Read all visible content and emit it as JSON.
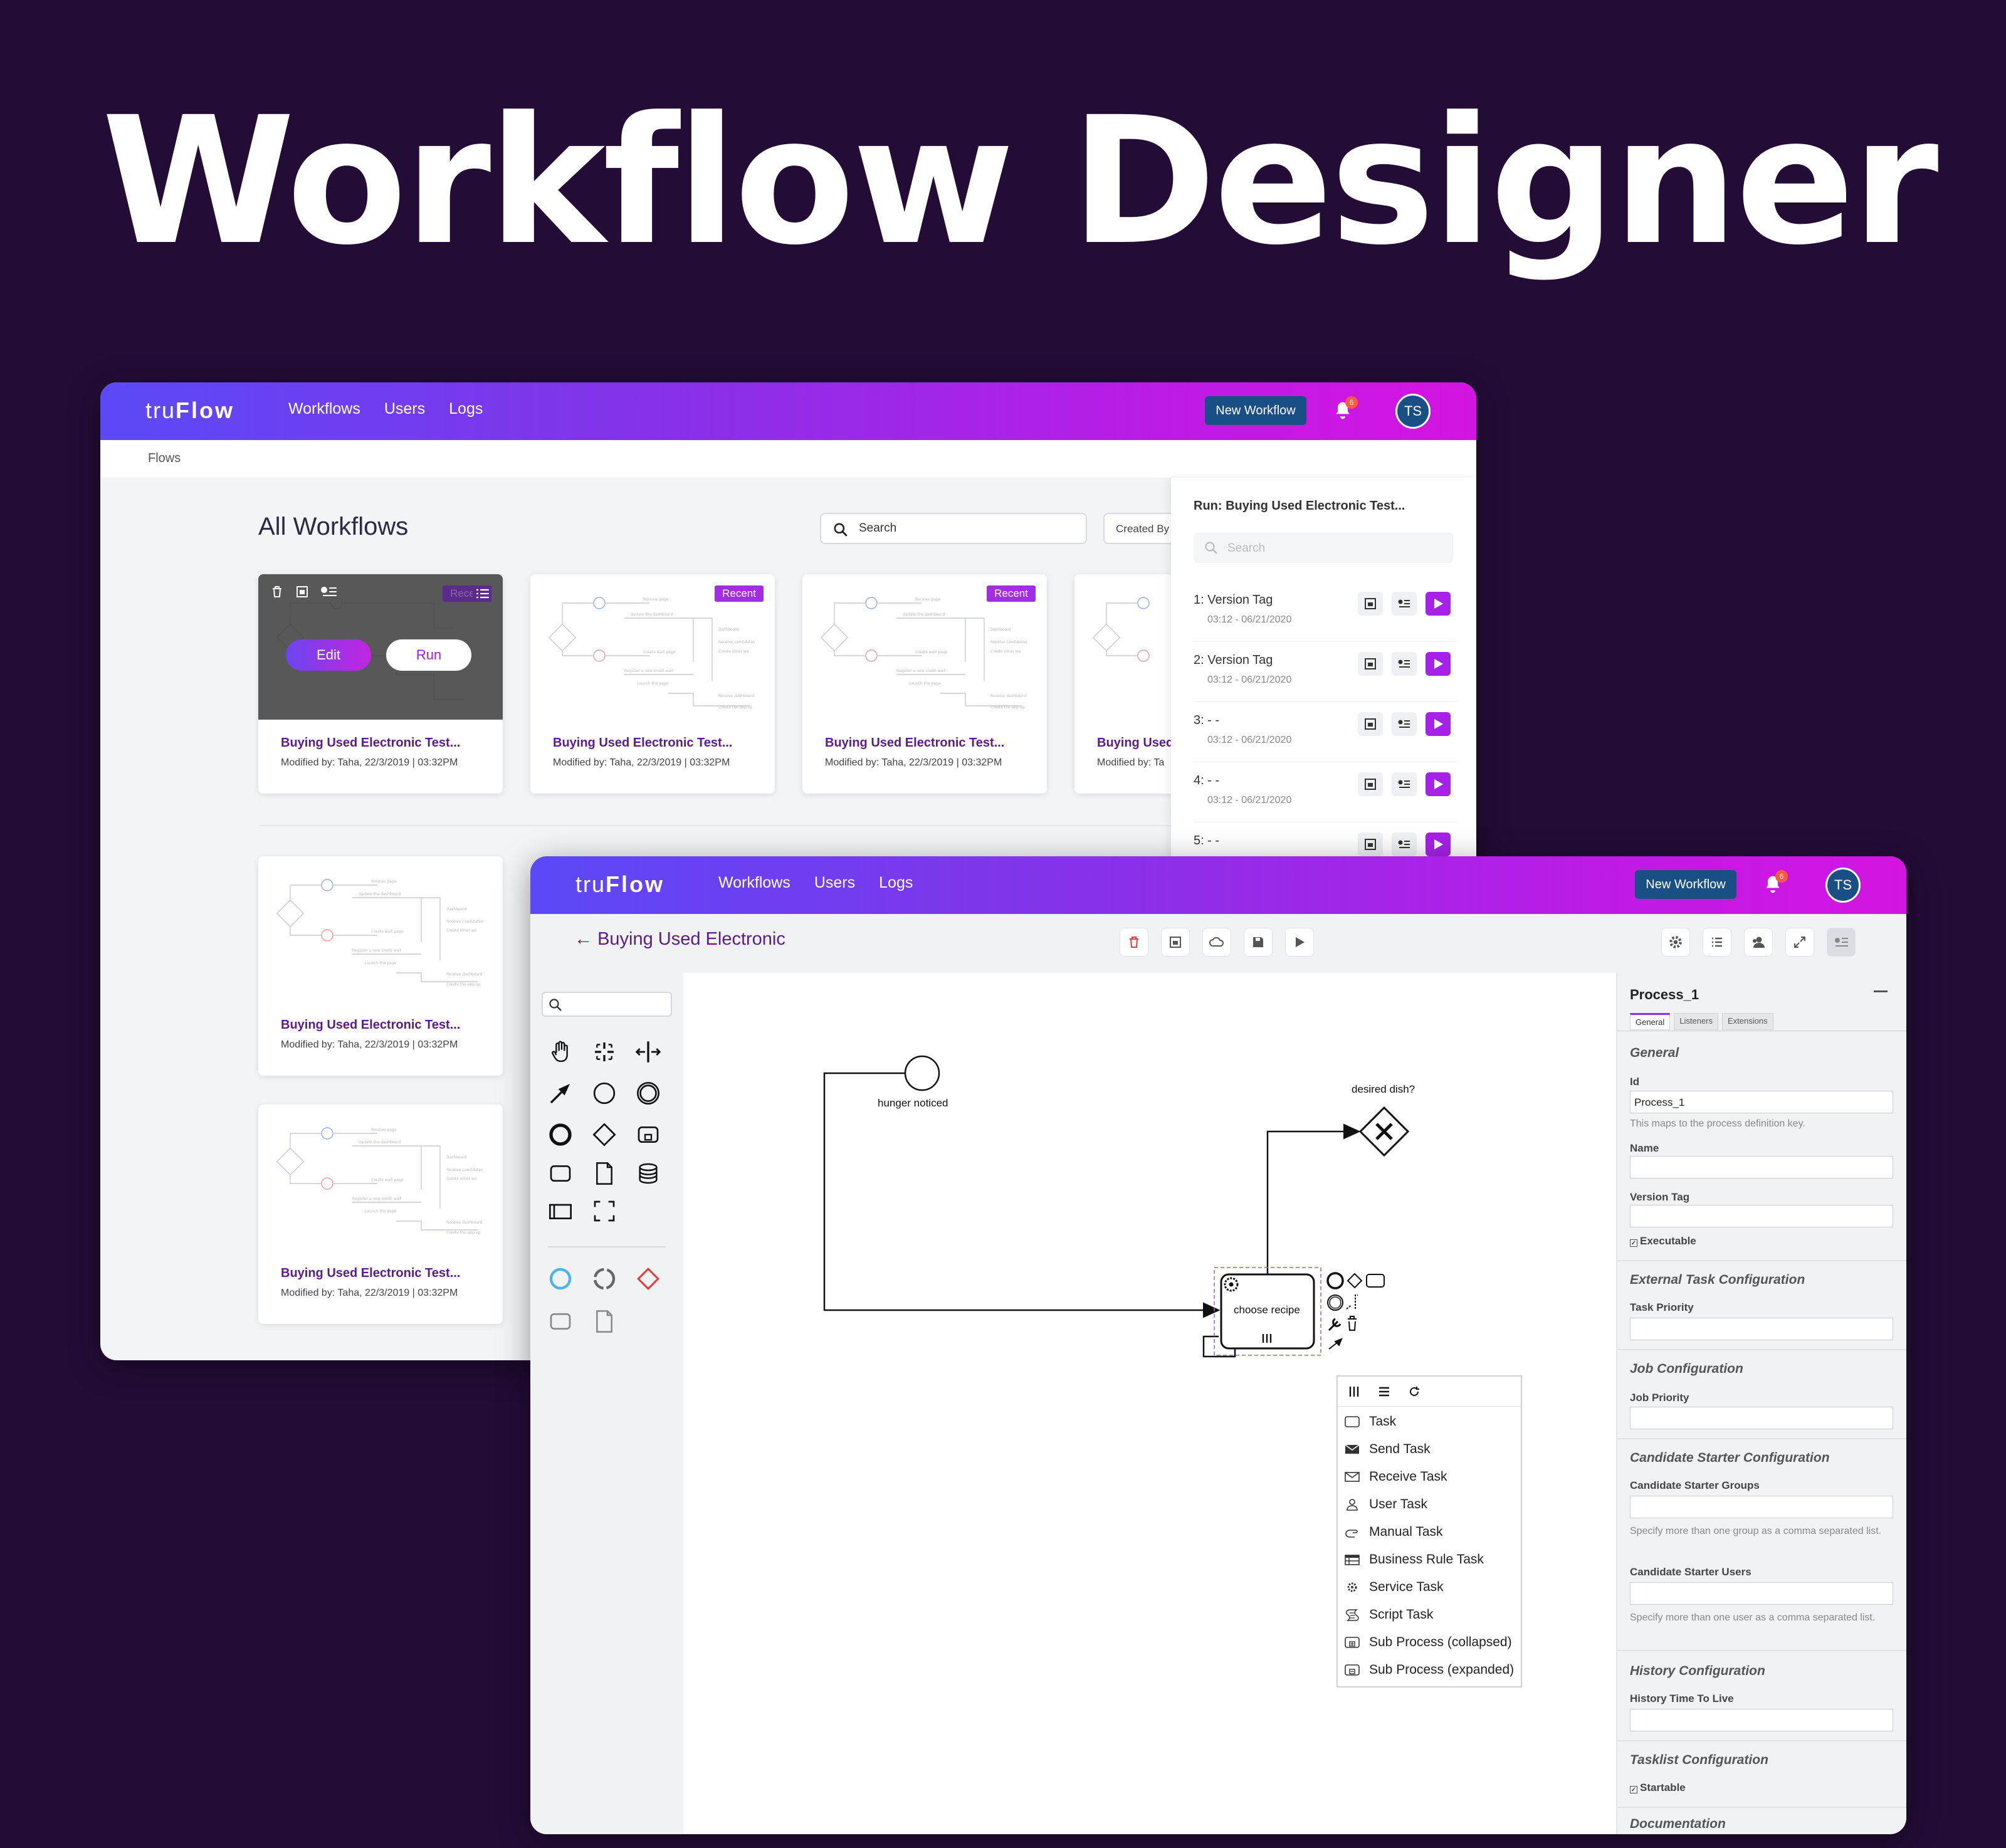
{
  "hero": {
    "title": "Workflow Designer"
  },
  "app": {
    "logo_prefix": "tru",
    "logo_suffix": "Flow",
    "nav": [
      "Workflows",
      "Users",
      "Logs"
    ],
    "new_workflow": "New Workflow",
    "notifications_count": "6",
    "avatar": "TS"
  },
  "list_view": {
    "breadcrumb": "Flows",
    "title": "All Workflows",
    "search_placeholder": "Search",
    "filter_label": "Created By",
    "recent_badge": "Recent",
    "hover_edit": "Edit",
    "hover_run": "Run",
    "cards": [
      {
        "title": "Buying Used Electronic Test...",
        "meta": "Modified by: Taha, 22/3/2019 | 03:32PM",
        "recent": true,
        "hover": true
      },
      {
        "title": "Buying Used Electronic Test...",
        "meta": "Modified by: Taha, 22/3/2019 | 03:32PM",
        "recent": true,
        "hover": false
      },
      {
        "title": "Buying Used Electronic Test...",
        "meta": "Modified by: Taha, 22/3/2019 | 03:32PM",
        "recent": true,
        "hover": false
      },
      {
        "title": "Buying Used",
        "meta": "Modified by: Ta",
        "recent": false,
        "hover": false
      },
      {
        "title": "Buying Used Electronic Test...",
        "meta": "Modified by: Taha, 22/3/2019 | 03:32PM",
        "recent": false,
        "hover": false
      },
      {
        "title": "Buying Used Electronic Test...",
        "meta": "Modified by: Taha, 22/3/2019 | 03:32PM",
        "recent": false,
        "hover": false
      }
    ],
    "run_panel": {
      "title": "Run: Buying Used Electronic Test...",
      "search_placeholder": "Search",
      "versions": [
        {
          "label": "1: Version Tag",
          "date": "03:12 - 06/21/2020"
        },
        {
          "label": "2: Version Tag",
          "date": "03:12 - 06/21/2020"
        },
        {
          "label": "3: - -",
          "date": "03:12 - 06/21/2020"
        },
        {
          "label": "4: - -",
          "date": "03:12 - 06/21/2020"
        },
        {
          "label": "5: - -",
          "date": ""
        }
      ]
    }
  },
  "designer": {
    "back_title": "Buying Used Electronic",
    "diagram": {
      "start_event": "hunger noticed",
      "task": "choose recipe",
      "gateway": "desired dish?"
    },
    "replace_menu": [
      "Task",
      "Send Task",
      "Receive Task",
      "User Task",
      "Manual Task",
      "Business Rule Task",
      "Service Task",
      "Script Task",
      "Sub Process (collapsed)",
      "Sub Process (expanded)"
    ],
    "properties": {
      "title": "Process_1",
      "tabs": [
        "General",
        "Listeners",
        "Extensions"
      ],
      "general_heading": "General",
      "id_label": "Id",
      "id_value": "Process_1",
      "id_hint": "This maps to the process definition key.",
      "name_label": "Name",
      "version_label": "Version Tag",
      "executable_label": "Executable",
      "ext_task_heading": "External Task Configuration",
      "task_priority_label": "Task Priority",
      "job_heading": "Job Configuration",
      "job_priority_label": "Job Priority",
      "cand_heading": "Candidate Starter Configuration",
      "cand_groups_label": "Candidate Starter Groups",
      "cand_groups_hint": "Specify more than one group as a comma separated list.",
      "cand_users_label": "Candidate Starter Users",
      "cand_users_hint": "Specify more than one user as a comma separated list.",
      "history_heading": "History Configuration",
      "history_label": "History Time To Live",
      "tasklist_heading": "Tasklist Configuration",
      "startable_label": "Startable",
      "doc_heading": "Documentation"
    }
  }
}
